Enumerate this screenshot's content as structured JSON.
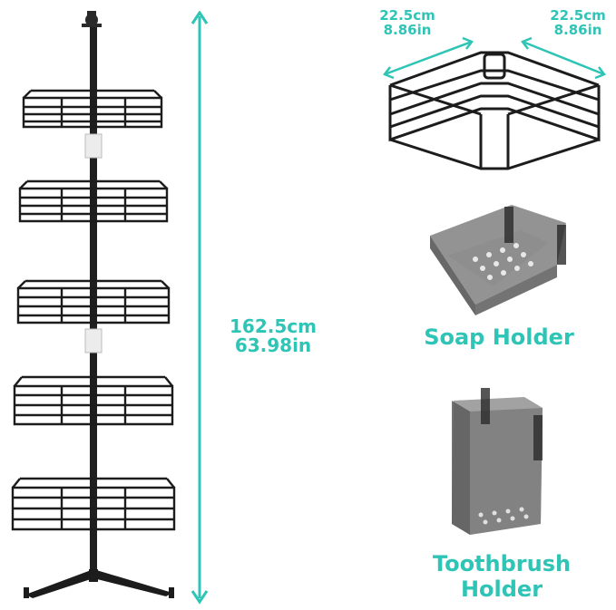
{
  "accent_color": "#2ec4b6",
  "product_color": "#1c1c1c",
  "pole_height": {
    "metric": "162.5cm",
    "imperial": "63.98in"
  },
  "basket_width_left": {
    "metric": "22.5cm",
    "imperial": "8.86in"
  },
  "basket_width_right": {
    "metric": "22.5cm",
    "imperial": "8.86in"
  },
  "soap_holder_label": "Soap Holder",
  "toothbrush_holder_label": "Toothbrush Holder"
}
